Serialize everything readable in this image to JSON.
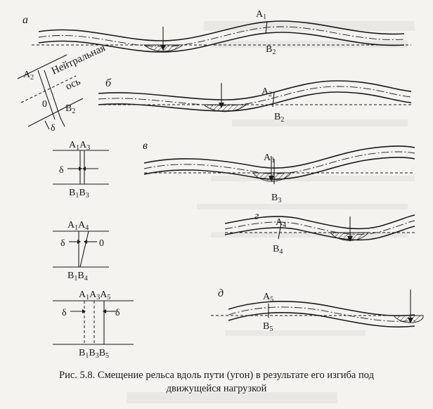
{
  "panels": {
    "a": {
      "letter": "а",
      "top_point": "A1",
      "bottom_point": "B2"
    },
    "b": {
      "letter": "б",
      "top_point": "A2",
      "bottom_point": "B2"
    },
    "v": {
      "letter": "в",
      "top_point": "A3",
      "bottom_point": "B3"
    },
    "g": {
      "letter": "г",
      "top_point": "A4",
      "bottom_point": "B4"
    },
    "d": {
      "letter": "д",
      "top_point": "A5",
      "bottom_point": "B5"
    }
  },
  "section": {
    "point_a": "A2",
    "point_b": "B2",
    "axis_label_1": "Нейтральная",
    "axis_label_2": "ось",
    "zero": "0",
    "delta": "δ"
  },
  "detail1": {
    "top": "A1A3",
    "bottom": "B1B3",
    "delta": "δ"
  },
  "detail2": {
    "top": "A1A4",
    "bottom": "B1B4",
    "delta": "δ",
    "zero": "0"
  },
  "detail3": {
    "top": "A1A3A5",
    "bottom": "B1B3B5",
    "delta_left": "δ",
    "delta_right": "δ"
  },
  "caption": {
    "line1": "Рис. 5.8. Смещение рельса вдоль пути (угон) в результате его изгиба под",
    "line2": "движущейся нагрузкой"
  }
}
